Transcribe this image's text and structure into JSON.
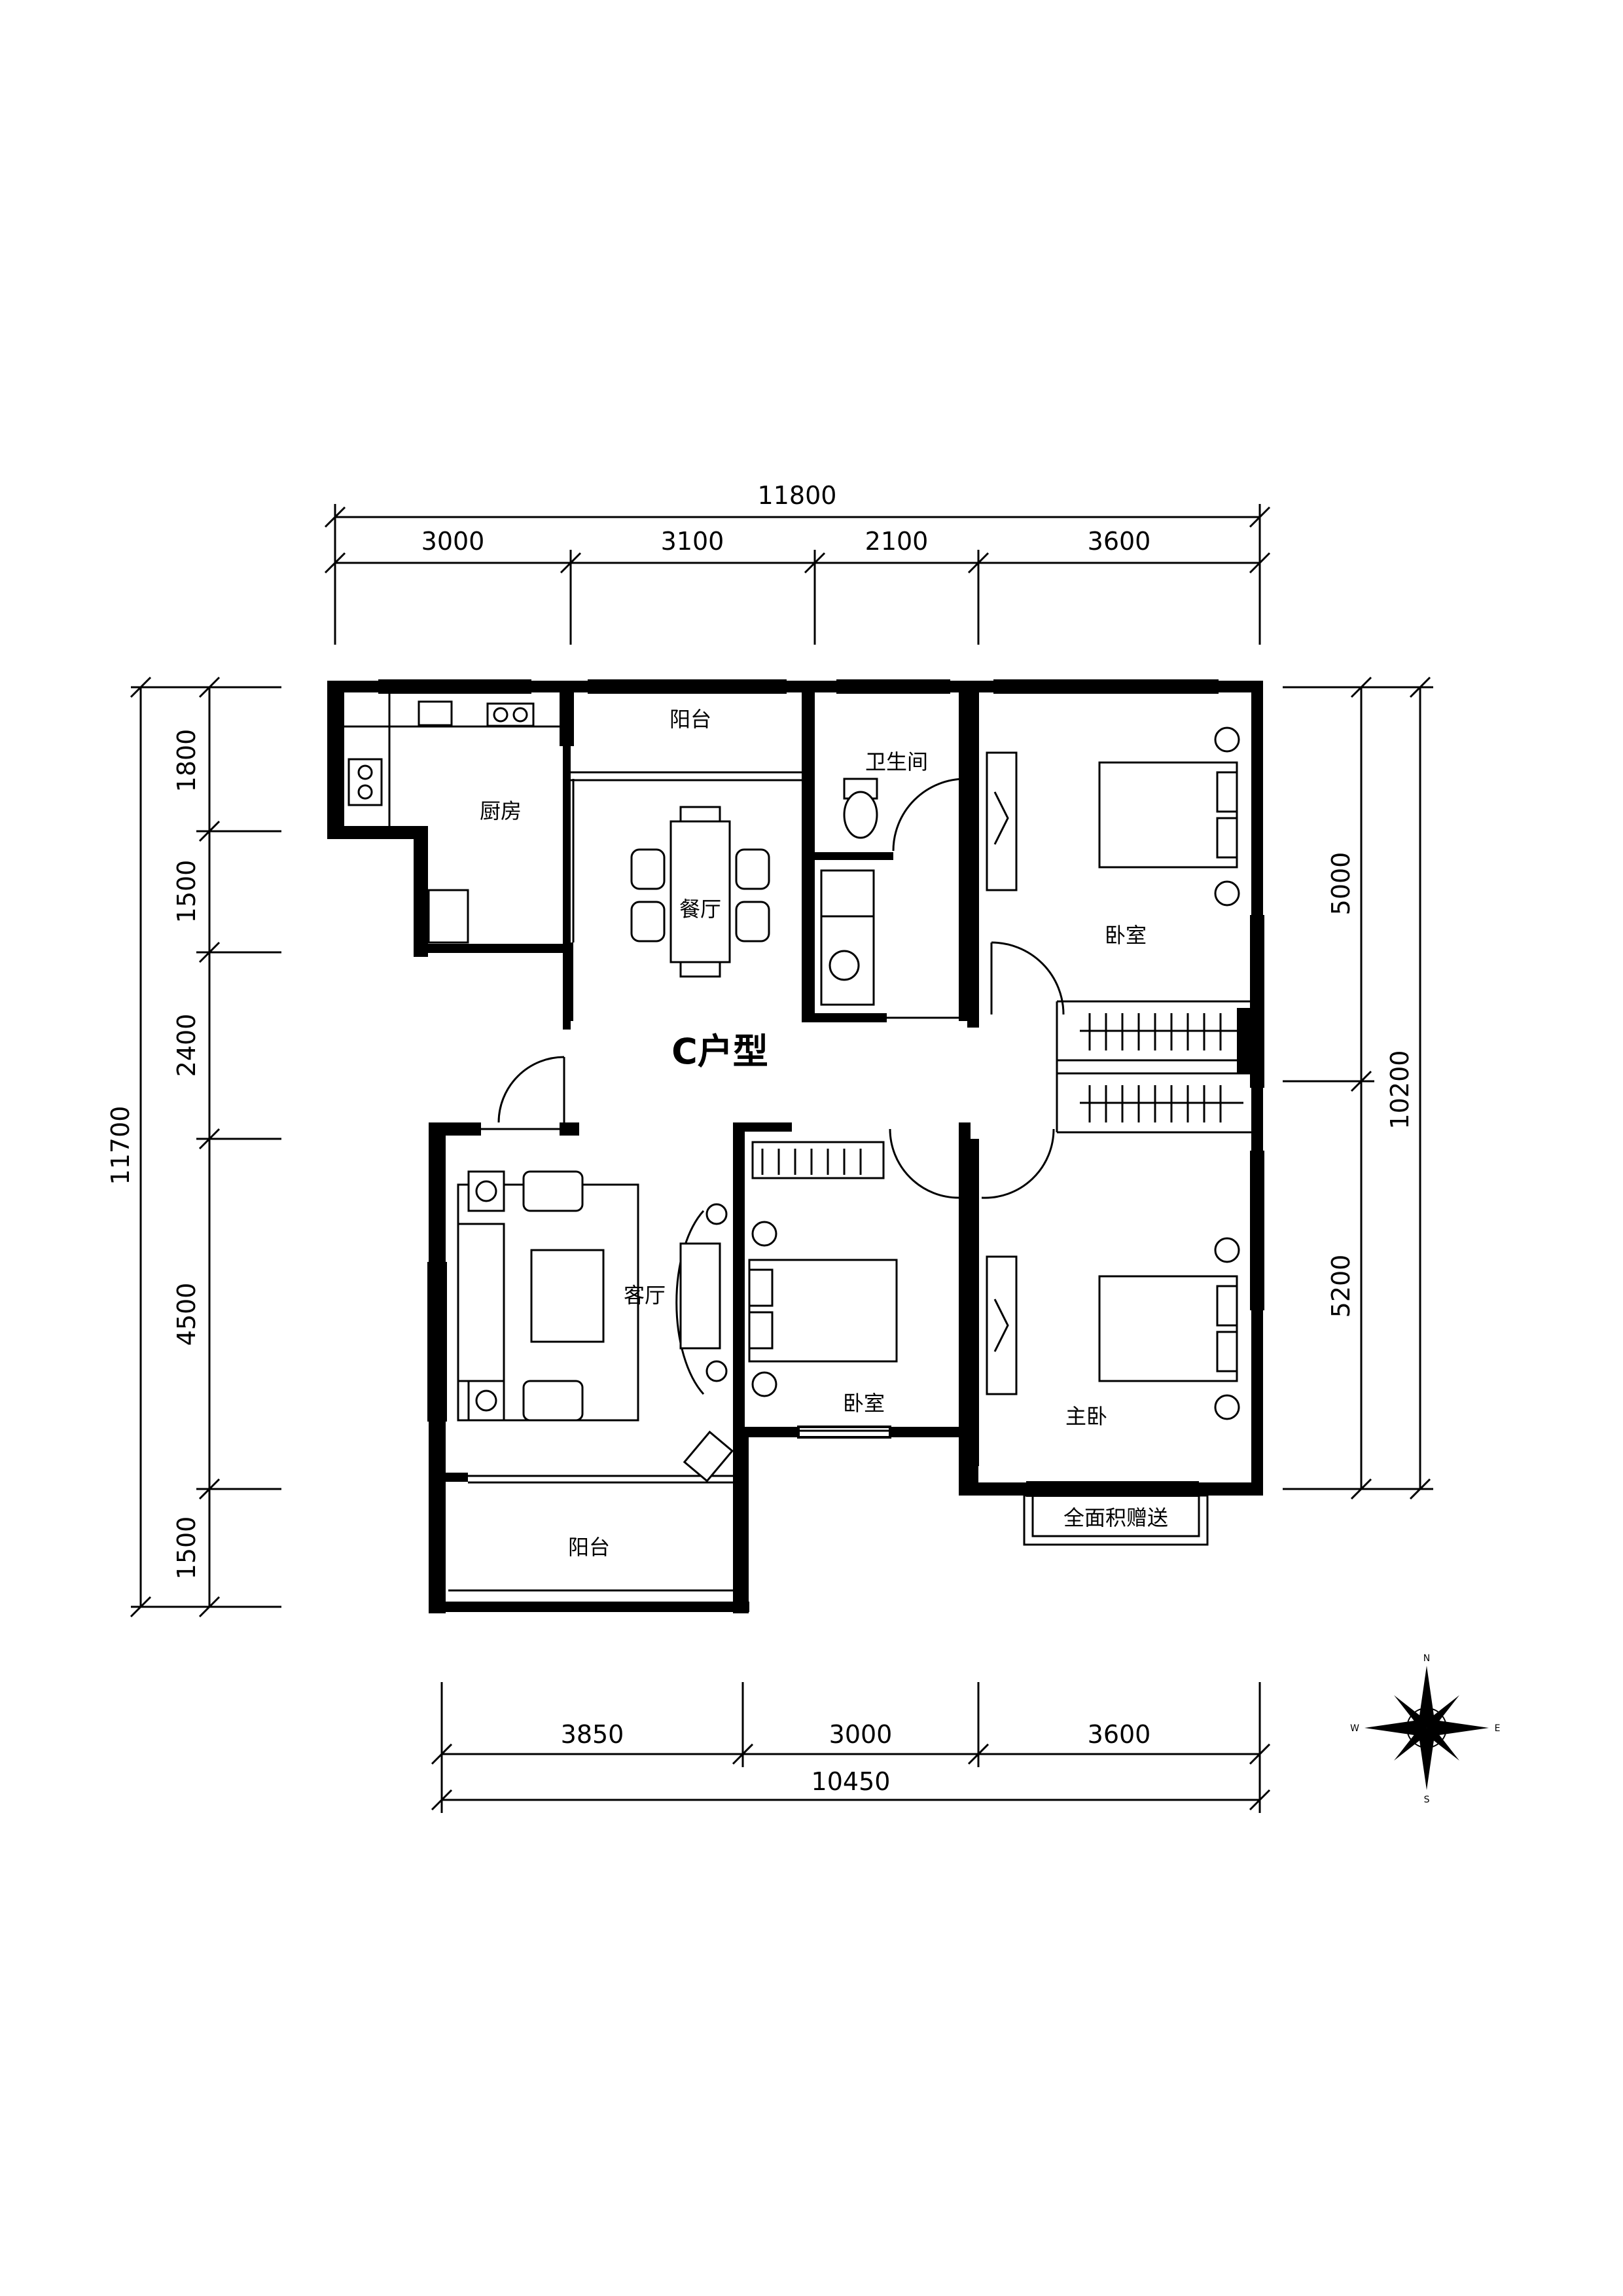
{
  "plan_title": "C户型",
  "dimensions": {
    "top_total": "11800",
    "top_segments": [
      "3000",
      "3100",
      "2100",
      "3600"
    ],
    "bottom_total": "10450",
    "bottom_segments": [
      "3850",
      "3000",
      "3600"
    ],
    "left_total": "11700",
    "left_segments": [
      "1800",
      "1500",
      "2400",
      "4500",
      "1500"
    ],
    "right_total": "10200",
    "right_segments": [
      "5000",
      "5200"
    ]
  },
  "rooms": {
    "kitchen": "厨房",
    "balcony_top": "阳台",
    "bathroom": "卫生间",
    "dining": "餐厅",
    "bedroom_top_right": "卧室",
    "living": "客厅",
    "bedroom_center": "卧室",
    "master_bedroom": "主卧",
    "balcony_bottom": "阳台",
    "bay_window_note": "全面积赠送"
  },
  "compass": {
    "north": "N",
    "south": "S",
    "east": "E",
    "west": "W"
  }
}
